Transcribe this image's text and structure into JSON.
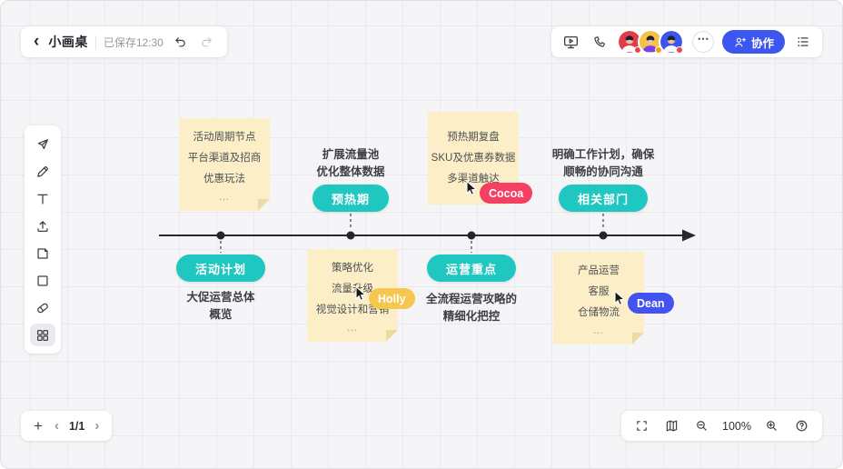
{
  "colors": {
    "accent_teal": "#1fc7c0",
    "note_yellow": "#fcefc7",
    "collab_blue": "#3d56f0",
    "canvas_bg": "#f5f5f7",
    "timeline_black": "#272b30"
  },
  "icons": {
    "back_glyph": "‹",
    "more_glyph": "⋯",
    "prev_glyph": "‹",
    "next_glyph": "›",
    "plus_glyph": "+"
  },
  "header": {
    "title": "小画桌",
    "saved_status": "已保存12:30",
    "collab_button_label": "协作",
    "avatars": [
      {
        "name": "collaborator-red",
        "color": "#e23c49",
        "shirt": "#ffffff",
        "dot": "#ef4444"
      },
      {
        "name": "collaborator-yellow",
        "color": "#f6c244",
        "shirt": "#7b3ff2",
        "dot": "#f59e0b"
      },
      {
        "name": "collaborator-blue",
        "color": "#3b55f0",
        "shirt": "#ffffff",
        "dot": "#ef4444"
      }
    ]
  },
  "toolbar_tools": [
    "select",
    "pen",
    "text",
    "upload",
    "sticky-note",
    "shape",
    "eraser",
    "templates"
  ],
  "board": {
    "milestones": [
      {
        "label": "活动计划",
        "side": "below",
        "caption_lines": [
          "大促运营总体",
          "概览"
        ]
      },
      {
        "label": "预热期",
        "side": "above",
        "caption_lines": [
          "扩展流量池",
          "优化整体数据"
        ]
      },
      {
        "label": "运营重点",
        "side": "below",
        "caption_lines": [
          "全流程运营攻略的",
          "精细化把控"
        ]
      },
      {
        "label": "相关部门",
        "side": "above",
        "caption_lines": [
          "明确工作计划，确保",
          "顺畅的协同沟通"
        ]
      }
    ],
    "notes": [
      {
        "lines": [
          "活动周期节点",
          "平台渠道及招商",
          "优惠玩法"
        ],
        "ellipsis": "…"
      },
      {
        "lines": [
          "策略优化",
          "流量升级",
          "视觉设计和营销"
        ],
        "ellipsis": "…"
      },
      {
        "lines": [
          "预热期复盘",
          "SKU及优惠券数据",
          "多渠道触达"
        ],
        "ellipsis": ""
      },
      {
        "lines": [
          "产品运营",
          "客服",
          "仓储物流"
        ],
        "ellipsis": "…"
      }
    ],
    "cursors": [
      {
        "name": "Cocoa",
        "color": "#f53f63"
      },
      {
        "name": "Holly",
        "color": "#f6c74f"
      },
      {
        "name": "Dean",
        "color": "#4253f0"
      }
    ]
  },
  "footer": {
    "page_indicator": "1/1",
    "zoom_level": "100%"
  }
}
